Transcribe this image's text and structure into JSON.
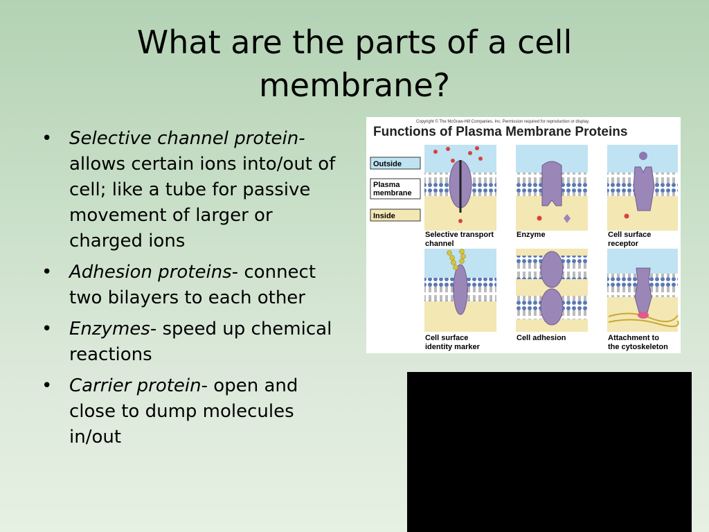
{
  "slide": {
    "title": "What are the parts of a cell membrane?",
    "bullets": [
      {
        "term": "Selective channel protein",
        "separator": "-",
        "text": " allows certain ions into/out of cell; like a tube for passive movement of larger or charged ions"
      },
      {
        "term": "Adhesion proteins",
        "separator": "-",
        "text": " connect two bilayers to each other"
      },
      {
        "term": "Enzymes",
        "separator": "-",
        "text": " speed up chemical reactions"
      },
      {
        "term": "Carrier protein",
        "separator": "-",
        "text": " open and close to dump molecules in/out"
      }
    ],
    "bullet_glyph": "•"
  },
  "figure": {
    "copyright": "Copyright © The McGraw-Hill Companies, Inc. Permission required for reproduction or display.",
    "heading": "Functions of Plasma Membrane Proteins",
    "legend": {
      "outside": "Outside",
      "plasma_1": "Plasma",
      "plasma_2": "membrane",
      "inside": "Inside"
    },
    "panels": {
      "p1_a": "Selective transport",
      "p1_b": "channel",
      "p2_a": "Enzyme",
      "p3_a": "Cell surface",
      "p3_b": "receptor",
      "p4_a": "Cell surface",
      "p4_b": "identity marker",
      "p5_a": "Cell adhesion",
      "p6_a": "Attachment to",
      "p6_b": "the cytoskeleton"
    },
    "colors": {
      "outside": "#bfe3f2",
      "inside": "#f3e7b3",
      "protein": "#9b86b8",
      "head": "#5a79b3",
      "ion": "#d94040",
      "sugar": "#d8c43a"
    }
  }
}
